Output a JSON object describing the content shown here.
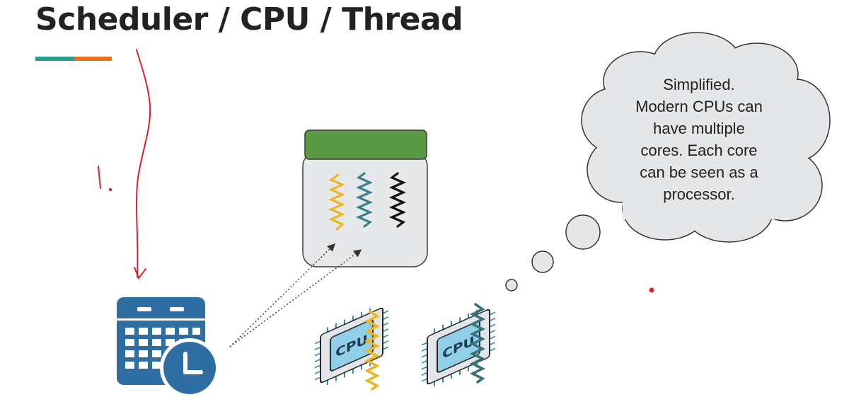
{
  "slide": {
    "title": "Scheduler / CPU / Thread",
    "accent_colors": {
      "underline_left": "#2a9d8f",
      "underline_right": "#e76f1a"
    }
  },
  "cloud": {
    "lines": [
      "Simplified.",
      "Modern CPUs can",
      "have multiple",
      "cores. Each core",
      "can be seen as a",
      "processor."
    ]
  },
  "cpu_chips": [
    {
      "label": "CPU",
      "thread_color": "#e8b82a"
    },
    {
      "label": "CPU",
      "thread_color": "#3d6f78"
    }
  ],
  "process_jar": {
    "lid_color": "#5a9a45",
    "thread_colors": [
      "#e8b82a",
      "#3d7f8c",
      "#111111"
    ]
  },
  "scheduler_icon": {
    "icon": "calendar-clock-icon",
    "color": "#2f6ea3"
  },
  "annotations": {
    "handwritten": "1.",
    "ink_color": "#d8232a"
  }
}
